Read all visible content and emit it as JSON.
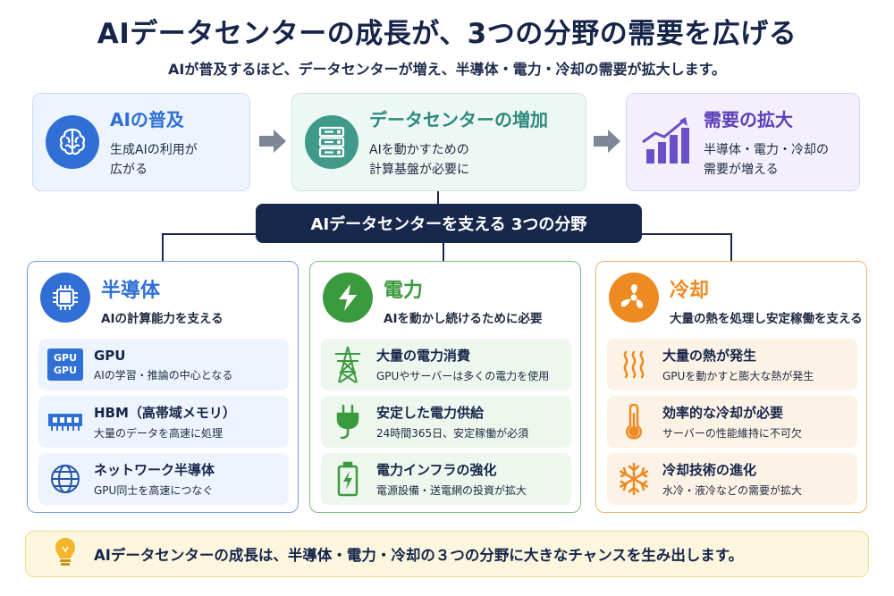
{
  "title": "AIデータセンターの成長が、3つの分野の需要を広げる",
  "subtitle": "AIが普及するほど、データセンターが増え、半導体・電力・冷却の需要が拡大します。",
  "flow": [
    {
      "title": "AIの普及",
      "desc": "生成AIの利用が\n広がる",
      "icon": "brain-icon"
    },
    {
      "title": "データセンターの増加",
      "desc": "AIを動かすための\n計算基盤が必要に",
      "icon": "server-icon"
    },
    {
      "title": "需要の拡大",
      "desc": "半導体・電力・冷却の\n需要が増える",
      "icon": "growth-chart-icon"
    }
  ],
  "banner": "AIデータセンターを支える 3つの分野",
  "columns": [
    {
      "title": "半導体",
      "subtitle": "AIの計算能力を支える",
      "icon": "chip-icon",
      "items": [
        {
          "title": "GPU",
          "desc": "AIの学習・推論の中心となる",
          "icon": "gpu-icon",
          "icon_text": [
            "GPU",
            "GPU"
          ]
        },
        {
          "title": "HBM（高帯域メモリ）",
          "desc": "大量のデータを高速に処理",
          "icon": "memory-icon"
        },
        {
          "title": "ネットワーク半導体",
          "desc": "GPU同士を高速につなぐ",
          "icon": "globe-icon"
        }
      ]
    },
    {
      "title": "電力",
      "subtitle": "AIを動かし続けるために必要",
      "icon": "lightning-icon",
      "items": [
        {
          "title": "大量の電力消費",
          "desc": "GPUやサーバーは多くの電力を使用",
          "icon": "power-tower-icon"
        },
        {
          "title": "安定した電力供給",
          "desc": "24時間365日、安定稼働が必須",
          "icon": "plug-icon"
        },
        {
          "title": "電力インフラの強化",
          "desc": "電源設備・送電網の投資が拡大",
          "icon": "battery-icon"
        }
      ]
    },
    {
      "title": "冷却",
      "subtitle": "大量の熱を処理し安定稼働を支える",
      "icon": "fan-icon",
      "items": [
        {
          "title": "大量の熱が発生",
          "desc": "GPUを動かすと膨大な熱が発生",
          "icon": "heat-waves-icon"
        },
        {
          "title": "効率的な冷却が必要",
          "desc": "サーバーの性能維持に不可欠",
          "icon": "thermometer-icon"
        },
        {
          "title": "冷却技術の進化",
          "desc": "水冷・液冷などの需要が拡大",
          "icon": "snowflake-icon"
        }
      ]
    }
  ],
  "footer": "AIデータセンターの成長は、半導体・電力・冷却の３つの分野に大きなチャンスを生み出します。",
  "colors": {
    "navy": "#17284d",
    "blue": "#2f6fd6",
    "green": "#3a9a3e",
    "orange": "#ee8a22",
    "purple": "#6b4fc8"
  }
}
